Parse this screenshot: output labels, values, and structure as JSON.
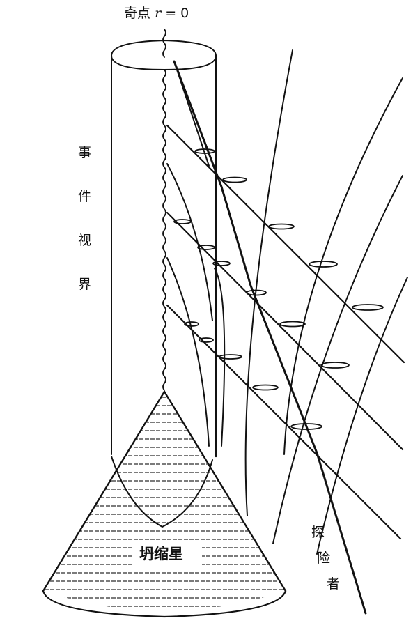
{
  "labels": {
    "singularity": {
      "text": "奇点",
      "symbol": "r",
      "equals": "= 0"
    },
    "event_horizon": {
      "chars": [
        "事",
        "件",
        "视",
        "界"
      ],
      "text": "事件视界"
    },
    "collapsing_star": {
      "text": "坍缩星"
    },
    "observer": {
      "chars": [
        "探",
        "险",
        "者"
      ],
      "text": "探险者"
    }
  },
  "colors": {
    "line": "#111111",
    "background": "#ffffff",
    "hatch": "#333333"
  },
  "diagram": {
    "type": "spacetime diagram of gravitational collapse",
    "elements": [
      "singularity wavy line",
      "event horizon cylinder",
      "collapsing star cone (hatched)",
      "light cones",
      "outgoing light rays",
      "ingoing light rays",
      "observer worldline"
    ]
  }
}
